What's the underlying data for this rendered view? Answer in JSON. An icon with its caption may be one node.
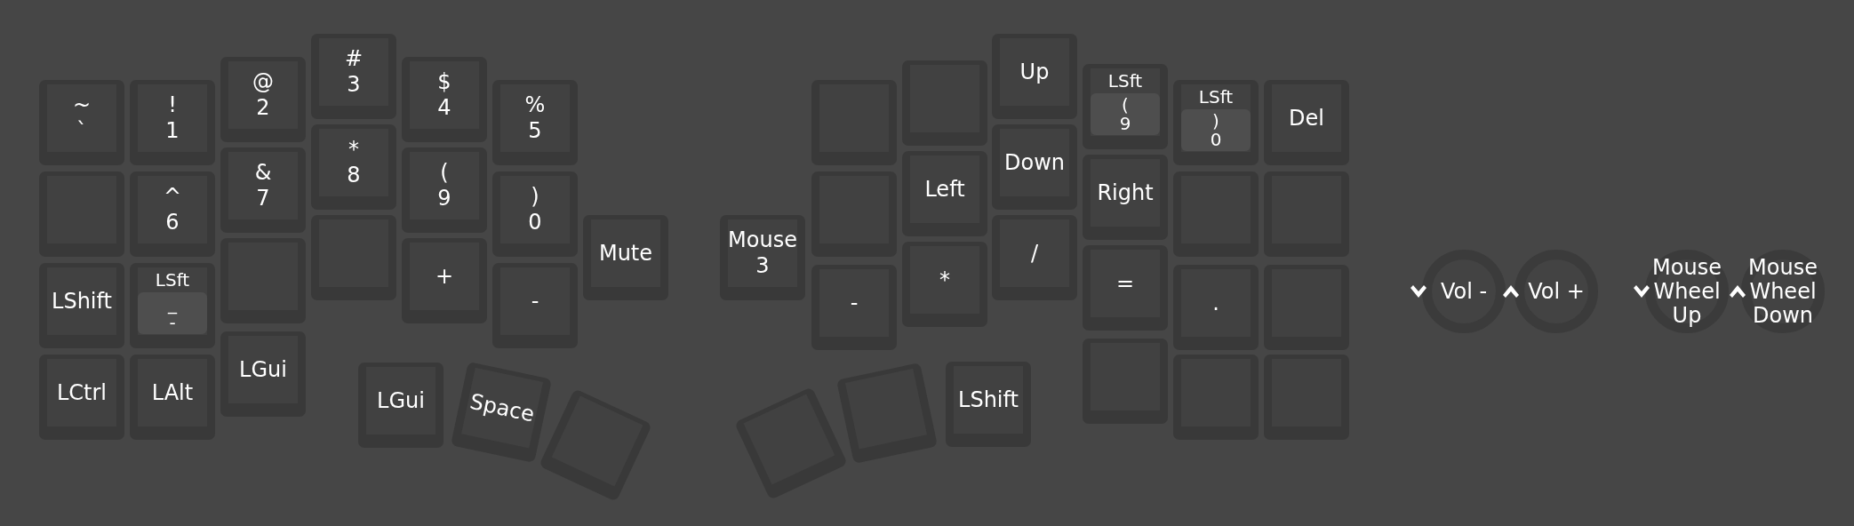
{
  "diagram": {
    "nodes": [
      {
        "text": [
          "~ `"
        ]
      },
      {
        "text": [
          "! 1"
        ]
      },
      {
        "text": [
          "@ 2"
        ]
      },
      {
        "text": [
          "# 3"
        ]
      },
      {
        "text": [
          "$ 4"
        ]
      },
      {
        "text": [
          "% 5"
        ]
      },
      {
        "text": [],
        "shape": "box"
      },
      {
        "text": [],
        "shape": "box"
      },
      {
        "text": [
          "Up"
        ]
      },
      {
        "text": [
          "LSft",
          "( 9"
        ]
      },
      {
        "text": [
          "LSft",
          ") 0"
        ]
      },
      {
        "text": [
          "Del"
        ]
      },
      {
        "text": [],
        "shape": "box"
      },
      {
        "text": [
          "^ 6"
        ]
      },
      {
        "text": [
          "& 7"
        ]
      },
      {
        "text": [
          "* 8"
        ]
      },
      {
        "text": [
          "( 9"
        ]
      },
      {
        "text": [
          ") 0"
        ]
      },
      {
        "text": [],
        "shape": "box"
      },
      {
        "text": [
          "Left"
        ]
      },
      {
        "text": [
          "Down"
        ]
      },
      {
        "text": [
          "Right"
        ]
      },
      {
        "text": [],
        "shape": "box"
      },
      {
        "text": [],
        "shape": "box"
      },
      {
        "text": [
          "LShift"
        ]
      },
      {
        "text": [
          "LSft",
          "_ -"
        ]
      },
      {
        "text": [],
        "shape": "box"
      },
      {
        "text": [],
        "shape": "box"
      },
      {
        "text": [
          "+"
        ]
      },
      {
        "text": [
          "-"
        ]
      },
      {
        "text": [
          "Mute"
        ]
      },
      {
        "text": [
          "Mouse 3"
        ]
      },
      {
        "text": [
          "-"
        ]
      },
      {
        "text": [
          "*"
        ]
      },
      {
        "text": [
          "/"
        ]
      },
      {
        "text": [
          "="
        ]
      },
      {
        "text": [
          "."
        ]
      },
      {
        "text": [],
        "shape": "box"
      },
      {
        "text": [
          "LCtrl"
        ]
      },
      {
        "text": [
          "LAlt"
        ]
      },
      {
        "text": [
          "LGui"
        ]
      },
      {
        "text": [],
        "shape": "box"
      },
      {
        "text": [],
        "shape": "box"
      },
      {
        "text": [],
        "shape": "box"
      },
      {
        "text": [
          "LGui"
        ]
      },
      {
        "text": [
          "Space"
        ]
      },
      {
        "text": [],
        "shape": "box"
      },
      {
        "text": [],
        "shape": "box"
      },
      {
        "text": [],
        "shape": "box"
      },
      {
        "text": [
          "LShift"
        ]
      },
      {
        "text": [
          "Vol -"
        ]
      },
      {
        "text": [
          "Vol +"
        ]
      },
      {
        "text": [
          "Mouse Wheel Up"
        ]
      },
      {
        "text": [
          "Mouse Wheel Down"
        ]
      }
    ]
  }
}
